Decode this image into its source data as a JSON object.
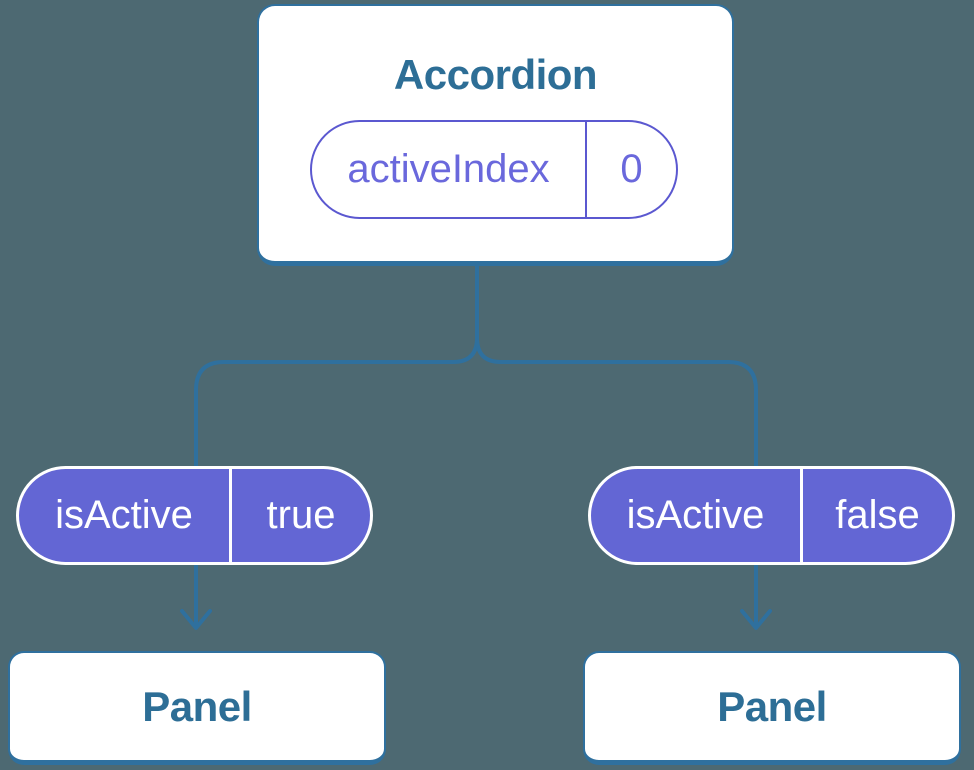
{
  "theme": {
    "bg": "#4d6972",
    "line": "#2f709e",
    "heading": "#2d6e96",
    "purpleFill": "#6366d4",
    "purpleOutline": "#5b58d0",
    "purpleText": "#6a68dc"
  },
  "accordion": {
    "title": "Accordion",
    "state": {
      "name": "activeIndex",
      "value": "0"
    }
  },
  "props": [
    {
      "name": "isActive",
      "value": "true"
    },
    {
      "name": "isActive",
      "value": "false"
    }
  ],
  "panels": [
    {
      "label": "Panel"
    },
    {
      "label": "Panel"
    }
  ]
}
